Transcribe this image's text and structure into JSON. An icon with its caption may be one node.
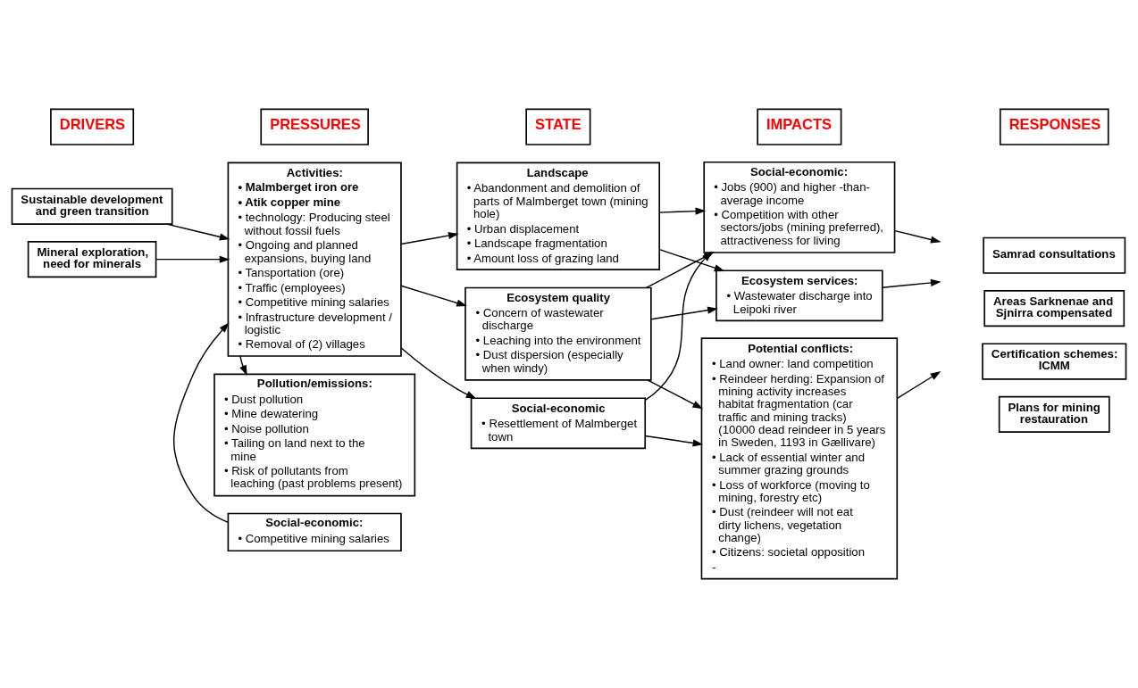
{
  "diagram": {
    "nodes": [
      {
        "text": [
          "DRIVERS"
        ]
      },
      {
        "text": [
          "PRESSURES"
        ]
      },
      {
        "text": [
          "STATE"
        ]
      },
      {
        "text": [
          "IMPACTS"
        ]
      },
      {
        "text": [
          "RESPONSES"
        ]
      },
      {
        "text": [
          "Sustainable development and green transition"
        ]
      },
      {
        "text": [
          "Mineral exploration, need for minerals"
        ]
      },
      {
        "text": [
          "Activities:",
          "• Malmberget iron ore",
          "• Atik copper mine",
          "• technology: Producing steel without fossil fuels",
          "• Ongoing and planned expansions, buying land",
          "• Tansportation (ore)",
          "• Traffic (employees)",
          "• Competitive mining salaries",
          "• Infrastructure development / logistic",
          "• Removal of (2) villages"
        ]
      },
      {
        "text": [
          "Pollution/emissions:",
          "• Dust pollution",
          "• Mine dewatering",
          "• Noise pollution",
          "• Tailing on land next to the mine",
          "• Risk of pollutants from leaching (past problems present)"
        ]
      },
      {
        "text": [
          "Social-economic:",
          "• Competitive mining salaries"
        ]
      },
      {
        "text": [
          "Landscape",
          "• Abandonment and demolition of parts of Malmberget town (mining hole)",
          "• Urban displacement",
          "• Landscape fragmentation",
          "• Amount loss of grazing land"
        ]
      },
      {
        "text": [
          "Ecosystem quality",
          "• Concern of wastewater discharge",
          "• Leaching into the environment",
          "• Dust dispersion (especially when windy)"
        ]
      },
      {
        "text": [
          "Social-economic",
          "• Resettlement of Malmberget town"
        ]
      },
      {
        "text": [
          "Social-economic:",
          "• Jobs (900) and higher -than-average income",
          "• Competition with other sectors/jobs (mining preferred), attractiveness for living"
        ]
      },
      {
        "text": [
          "Ecosystem services:",
          "• Wastewater discharge into Leipoki river"
        ]
      },
      {
        "text": [
          "Potential conflicts:",
          "• Land owner: land competition",
          "• Reindeer herding: Expansion of mining activity increases habitat fragmentation (car traffic and mining tracks) (10000 dead reindeer in 5 years in Sweden, 1193 in Gællivare)",
          "• Lack of essential winter and summer grazing grounds",
          "• Loss of workforce (moving to mining, forestry etc)",
          "• Dust (reindeer will not eat dirty lichens, vegetation change)",
          "• Citizens: societal opposition",
          "-"
        ]
      },
      {
        "text": [
          "Samrad consultations"
        ]
      },
      {
        "text": [
          "Areas Sarknenae and Sjnirra compensated"
        ]
      },
      {
        "text": [
          "Certification schemes: ICMM"
        ]
      },
      {
        "text": [
          "Plans for mining restauration"
        ]
      }
    ],
    "edges": [
      {
        "from": 5,
        "to": 7,
        "arrow": "to"
      },
      {
        "from": 6,
        "to": 7,
        "arrow": "to"
      },
      {
        "from": 7,
        "to": 10,
        "arrow": "to"
      },
      {
        "from": 7,
        "to": 11,
        "arrow": "to"
      },
      {
        "from": 7,
        "to": 12,
        "arrow": "to"
      },
      {
        "from": 7,
        "to": 8,
        "arrow": "to"
      },
      {
        "from": 9,
        "to": 7,
        "arrow": "to"
      },
      {
        "from": 10,
        "to": 13,
        "arrow": "to"
      },
      {
        "from": 10,
        "to": 14,
        "arrow": "to"
      },
      {
        "from": 11,
        "to": 13,
        "arrow": "to"
      },
      {
        "from": 11,
        "to": 14,
        "arrow": "to"
      },
      {
        "from": 11,
        "to": 15,
        "arrow": "to"
      },
      {
        "from": 12,
        "to": 13,
        "arrow": "to"
      },
      {
        "from": 12,
        "to": 15,
        "arrow": "to"
      },
      {
        "from": 13,
        "to": null,
        "arrow": "to"
      },
      {
        "from": 14,
        "to": null,
        "arrow": "to"
      },
      {
        "from": 15,
        "to": null,
        "arrow": "to"
      }
    ]
  }
}
